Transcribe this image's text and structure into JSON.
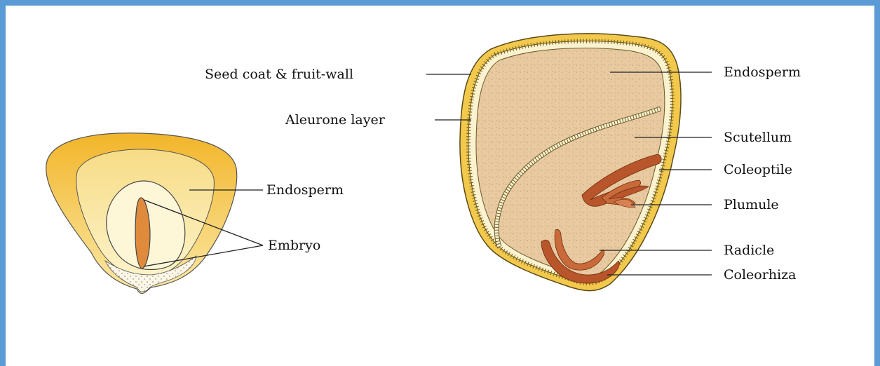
{
  "colors": {
    "frame": "#5b9bd5",
    "seed_coat": "#f2c94c",
    "endosperm_speckle": "#e6c79c",
    "embryo_orange": "#e08a3c",
    "coleoptile_brown": "#b8552b"
  },
  "dicot_seed": {
    "labels": {
      "endosperm": "Endosperm",
      "embryo": "Embryo"
    }
  },
  "maize_grain": {
    "labels": {
      "seed_coat": "Seed coat & fruit-wall",
      "aleurone": "Aleurone layer",
      "endosperm": "Endosperm",
      "scutellum": "Scutellum",
      "coleoptile": "Coleoptile",
      "plumule": "Plumule",
      "radicle": "Radicle",
      "coleorhiza": "Coleorhiza"
    }
  }
}
